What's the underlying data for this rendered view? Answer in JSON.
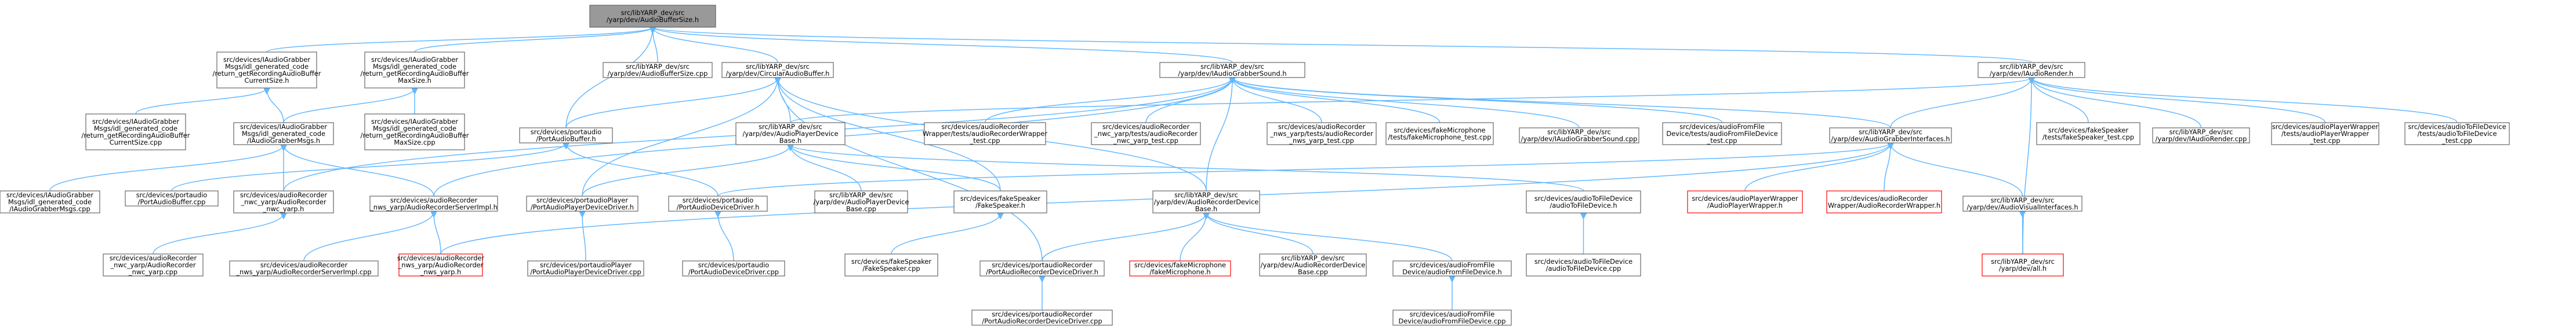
{
  "nodes": [
    {
      "id": "root",
      "lines": [
        "src/libYARP_dev/src",
        "/yarp/dev/AudioBufferSize.h"
      ],
      "style": "root"
    },
    {
      "id": "ifgrab1",
      "lines": [
        "src/devices/IAudioGrabber",
        "Msgs/idl_generated_code",
        "/return_getRecordingAudioBuffer",
        "CurrentSize.h"
      ],
      "style": "normal"
    },
    {
      "id": "ifgrab2",
      "lines": [
        "src/devices/IAudioGrabber",
        "Msgs/idl_generated_code",
        "/return_getRecordingAudioBuffer",
        "MaxSize.h"
      ],
      "style": "normal"
    },
    {
      "id": "bufsizecpp",
      "lines": [
        "src/libYARP_dev/src",
        "/yarp/dev/AudioBufferSize.cpp"
      ],
      "style": "normal"
    },
    {
      "id": "circbuf",
      "lines": [
        "src/libYARP_dev/src",
        "/yarp/dev/CircularAudioBuffer.h"
      ],
      "style": "normal"
    },
    {
      "id": "igrabsound",
      "lines": [
        "src/libYARP_dev/src",
        "/yarp/dev/IAudioGrabberSound.h"
      ],
      "style": "normal"
    },
    {
      "id": "iaudiorender",
      "lines": [
        "src/libYARP_dev/src",
        "/yarp/dev/IAudioRender.h"
      ],
      "style": "normal"
    },
    {
      "id": "ifgrab1cpp",
      "lines": [
        "src/devices/IAudioGrabber",
        "Msgs/idl_generated_code",
        "/return_getRecordingAudioBuffer",
        "CurrentSize.cpp"
      ],
      "style": "normal"
    },
    {
      "id": "ifgrabmsgs_h",
      "lines": [
        "src/devices/IAudioGrabber",
        "Msgs/idl_generated_code",
        "/IAudioGrabberMsgs.h"
      ],
      "style": "normal"
    },
    {
      "id": "ifgrab2cpp",
      "lines": [
        "src/devices/IAudioGrabber",
        "Msgs/idl_generated_code",
        "/return_getRecordingAudioBuffer",
        "MaxSize.cpp"
      ],
      "style": "normal"
    },
    {
      "id": "paudiobuf",
      "lines": [
        "src/devices/portaudio",
        "/PortAudioBuffer.h"
      ],
      "style": "normal"
    },
    {
      "id": "audioplayerbase",
      "lines": [
        "src/libYARP_dev/src",
        "/yarp/dev/AudioPlayerDevice",
        "Base.h"
      ],
      "style": "normal"
    },
    {
      "id": "recwrappertest",
      "lines": [
        "src/devices/audioRecorder",
        "Wrapper/tests/audioRecorderWrapper",
        "_test.cpp"
      ],
      "style": "normal"
    },
    {
      "id": "nwcyarptest",
      "lines": [
        "src/devices/audioRecorder",
        "_nwc_yarp/tests/audioRecorder",
        "_nwc_yarp_test.cpp"
      ],
      "style": "normal"
    },
    {
      "id": "nwsyarptest",
      "lines": [
        "src/devices/audioRecorder",
        "_nws_yarp/tests/audioRecorder",
        "_nws_yarp_test.cpp"
      ],
      "style": "normal"
    },
    {
      "id": "fakemictest",
      "lines": [
        "src/devices/fakeMicrophone",
        "/tests/fakeMicrophone_test.cpp"
      ],
      "style": "normal"
    },
    {
      "id": "igrabsoundcpp",
      "lines": [
        "src/libYARP_dev/src",
        "/yarp/dev/IAudioGrabberSound.cpp"
      ],
      "style": "normal"
    },
    {
      "id": "fromfiletest",
      "lines": [
        "src/devices/audioFromFile",
        "Device/tests/audioFromFileDevice",
        "_test.cpp"
      ],
      "style": "normal"
    },
    {
      "id": "iaudiograbberifaces",
      "lines": [
        "src/libYARP_dev/src",
        "/yarp/dev/AudioGrabberInterfaces.h"
      ],
      "style": "normal"
    },
    {
      "id": "fakespeakertest",
      "lines": [
        "src/devices/fakeSpeaker",
        "/tests/fakeSpeaker_test.cpp"
      ],
      "style": "normal"
    },
    {
      "id": "iaudiorendercpp",
      "lines": [
        "src/libYARP_dev/src",
        "/yarp/dev/IAudioRender.cpp"
      ],
      "style": "normal"
    },
    {
      "id": "playerwrappertest",
      "lines": [
        "src/devices/audioPlayerWrapper",
        "/tests/audioPlayerWrapper",
        "_test.cpp"
      ],
      "style": "normal"
    },
    {
      "id": "tofiletest",
      "lines": [
        "src/devices/audioToFileDevice",
        "/tests/audioToFileDevice",
        "_test.cpp"
      ],
      "style": "normal"
    },
    {
      "id": "ifgrabmsgscpp",
      "lines": [
        "src/devices/IAudioGrabber",
        "Msgs/idl_generated_code",
        "/IAudioGrabberMsgs.cpp"
      ],
      "style": "normal"
    },
    {
      "id": "paudiobufcpp",
      "lines": [
        "src/devices/portaudio",
        "/PortAudioBuffer.cpp"
      ],
      "style": "normal"
    },
    {
      "id": "nwcyarp_h",
      "lines": [
        "src/devices/audioRecorder",
        "_nwc_yarp/AudioRecorder",
        "_nwc_yarp.h"
      ],
      "style": "normal"
    },
    {
      "id": "serverimpl_h",
      "lines": [
        "src/devices/audioRecorder",
        "_nws_yarp/AudioRecorderServerImpl.h"
      ],
      "style": "normal"
    },
    {
      "id": "paplayerdrv_h",
      "lines": [
        "src/devices/portaudioPlayer",
        "/PortAudioPlayerDeviceDriver.h"
      ],
      "style": "normal"
    },
    {
      "id": "padevdrv_h",
      "lines": [
        "src/devices/portaudio",
        "/PortAudioDeviceDriver.h"
      ],
      "style": "normal"
    },
    {
      "id": "audioplayerbasecpp",
      "lines": [
        "src/libYARP_dev/src",
        "/yarp/dev/AudioPlayerDevice",
        "Base.cpp"
      ],
      "style": "normal"
    },
    {
      "id": "fakespeaker_h",
      "lines": [
        "src/devices/fakeSpeaker",
        "/FakeSpeaker.h"
      ],
      "style": "normal"
    },
    {
      "id": "audiorecbase",
      "lines": [
        "src/libYARP_dev/src",
        "/yarp/dev/AudioRecorderDevice",
        "Base.h"
      ],
      "style": "normal"
    },
    {
      "id": "tofile_h",
      "lines": [
        "src/devices/audioToFileDevice",
        "/audioToFileDevice.h"
      ],
      "style": "normal"
    },
    {
      "id": "playerwrapper_h",
      "lines": [
        "src/devices/audioPlayerWrapper",
        "/AudioPlayerWrapper.h"
      ],
      "style": "missing"
    },
    {
      "id": "recwrapper_h",
      "lines": [
        "src/devices/audioRecorder",
        "Wrapper/AudioRecorderWrapper.h"
      ],
      "style": "missing"
    },
    {
      "id": "visualifaces",
      "lines": [
        "src/libYARP_dev/src",
        "/yarp/dev/AudioVisualInterfaces.h"
      ],
      "style": "normal"
    },
    {
      "id": "nwcyarpcpp",
      "lines": [
        "src/devices/audioRecorder",
        "_nwc_yarp/AudioRecorder",
        "_nwc_yarp.cpp"
      ],
      "style": "normal"
    },
    {
      "id": "serverimplcpp",
      "lines": [
        "src/devices/audioRecorder",
        "_nws_yarp/AudioRecorderServerImpl.cpp"
      ],
      "style": "normal"
    },
    {
      "id": "nwsyarp_h",
      "lines": [
        "src/devices/audioRecorder",
        "_nws_yarp/AudioRecorder",
        "_nws_yarp.h"
      ],
      "style": "missing"
    },
    {
      "id": "paplayerdrvcpp",
      "lines": [
        "src/devices/portaudioPlayer",
        "/PortAudioPlayerDeviceDriver.cpp"
      ],
      "style": "normal"
    },
    {
      "id": "padevdrvcpp",
      "lines": [
        "src/devices/portaudio",
        "/PortAudioDeviceDriver.cpp"
      ],
      "style": "normal"
    },
    {
      "id": "fakespeakercpp",
      "lines": [
        "src/devices/fakeSpeaker",
        "/FakeSpeaker.cpp"
      ],
      "style": "normal"
    },
    {
      "id": "parecdrv_h",
      "lines": [
        "src/devices/portaudioRecorder",
        "/PortAudioRecorderDeviceDriver.h"
      ],
      "style": "normal"
    },
    {
      "id": "fakemic_h",
      "lines": [
        "src/devices/fakeMicrophone",
        "/fakeMicrophone.h"
      ],
      "style": "missing"
    },
    {
      "id": "audiorecbasecpp",
      "lines": [
        "src/libYARP_dev/src",
        "/yarp/dev/AudioRecorderDevice",
        "Base.cpp"
      ],
      "style": "normal"
    },
    {
      "id": "fromfile_h",
      "lines": [
        "src/devices/audioFromFile",
        "Device/audioFromFileDevice.h"
      ],
      "style": "normal"
    },
    {
      "id": "tofilecpp",
      "lines": [
        "src/devices/audioToFileDevice",
        "/audioToFileDevice.cpp"
      ],
      "style": "normal"
    },
    {
      "id": "alldev_h",
      "lines": [
        "src/libYARP_dev/src",
        "/yarp/dev/all.h"
      ],
      "style": "missing"
    },
    {
      "id": "parecdrvcpp",
      "lines": [
        "src/devices/portaudioRecorder",
        "/PortAudioRecorderDeviceDriver.cpp"
      ],
      "style": "normal"
    },
    {
      "id": "fromfilecpp",
      "lines": [
        "src/devices/audioFromFile",
        "Device/audioFromFileDevice.cpp"
      ],
      "style": "normal"
    }
  ],
  "edges": [
    [
      "root",
      "ifgrab1"
    ],
    [
      "root",
      "ifgrab2"
    ],
    [
      "root",
      "bufsizecpp"
    ],
    [
      "root",
      "circbuf"
    ],
    [
      "root",
      "igrabsound"
    ],
    [
      "root",
      "iaudiorender"
    ],
    [
      "root",
      "paudiobuf"
    ],
    [
      "ifgrab1",
      "ifgrab1cpp"
    ],
    [
      "ifgrab1",
      "ifgrabmsgs_h"
    ],
    [
      "ifgrab2",
      "ifgrabmsgs_h"
    ],
    [
      "ifgrab2",
      "ifgrab2cpp"
    ],
    [
      "ifgrabmsgs_h",
      "ifgrabmsgscpp"
    ],
    [
      "ifgrabmsgs_h",
      "nwcyarp_h"
    ],
    [
      "ifgrabmsgs_h",
      "serverimpl_h"
    ],
    [
      "circbuf",
      "paudiobuf"
    ],
    [
      "circbuf",
      "audioplayerbase"
    ],
    [
      "circbuf",
      "audiorecbase"
    ],
    [
      "circbuf",
      "paplayerdrv_h"
    ],
    [
      "circbuf",
      "fakespeaker_h"
    ],
    [
      "circbuf",
      "parecdrv_h"
    ],
    [
      "igrabsound",
      "recwrappertest"
    ],
    [
      "igrabsound",
      "nwcyarptest"
    ],
    [
      "igrabsound",
      "nwsyarptest"
    ],
    [
      "igrabsound",
      "fakemictest"
    ],
    [
      "igrabsound",
      "igrabsoundcpp"
    ],
    [
      "igrabsound",
      "fromfiletest"
    ],
    [
      "igrabsound",
      "iaudiograbberifaces"
    ],
    [
      "igrabsound",
      "nwcyarp_h"
    ],
    [
      "igrabsound",
      "serverimpl_h"
    ],
    [
      "igrabsound",
      "audiorecbase"
    ],
    [
      "iaudiorender",
      "fakespeakertest"
    ],
    [
      "iaudiorender",
      "iaudiorendercpp"
    ],
    [
      "iaudiorender",
      "playerwrappertest"
    ],
    [
      "iaudiorender",
      "tofiletest"
    ],
    [
      "iaudiorender",
      "iaudiograbberifaces"
    ],
    [
      "iaudiorender",
      "audioplayerbase"
    ],
    [
      "iaudiorender",
      "alldev_h"
    ],
    [
      "paudiobuf",
      "paudiobufcpp"
    ],
    [
      "paudiobuf",
      "padevdrv_h"
    ],
    [
      "audioplayerbase",
      "paplayerdrv_h"
    ],
    [
      "audioplayerbase",
      "audioplayerbasecpp"
    ],
    [
      "audioplayerbase",
      "fakespeaker_h"
    ],
    [
      "audioplayerbase",
      "tofile_h"
    ],
    [
      "iaudiograbberifaces",
      "padevdrv_h"
    ],
    [
      "iaudiograbberifaces",
      "playerwrapper_h"
    ],
    [
      "iaudiograbberifaces",
      "recwrapper_h"
    ],
    [
      "iaudiograbberifaces",
      "visualifaces"
    ],
    [
      "iaudiograbberifaces",
      "nwsyarp_h"
    ],
    [
      "nwcyarp_h",
      "nwcyarpcpp"
    ],
    [
      "serverimpl_h",
      "serverimplcpp"
    ],
    [
      "serverimpl_h",
      "nwsyarp_h"
    ],
    [
      "paplayerdrv_h",
      "paplayerdrvcpp"
    ],
    [
      "padevdrv_h",
      "padevdrvcpp"
    ],
    [
      "fakespeaker_h",
      "fakespeakercpp"
    ],
    [
      "audiorecbase",
      "parecdrv_h"
    ],
    [
      "audiorecbase",
      "fakemic_h"
    ],
    [
      "audiorecbase",
      "audiorecbasecpp"
    ],
    [
      "audiorecbase",
      "fromfile_h"
    ],
    [
      "tofile_h",
      "tofilecpp"
    ],
    [
      "visualifaces",
      "alldev_h"
    ],
    [
      "parecdrv_h",
      "parecdrvcpp"
    ],
    [
      "fromfile_h",
      "fromfilecpp"
    ]
  ]
}
